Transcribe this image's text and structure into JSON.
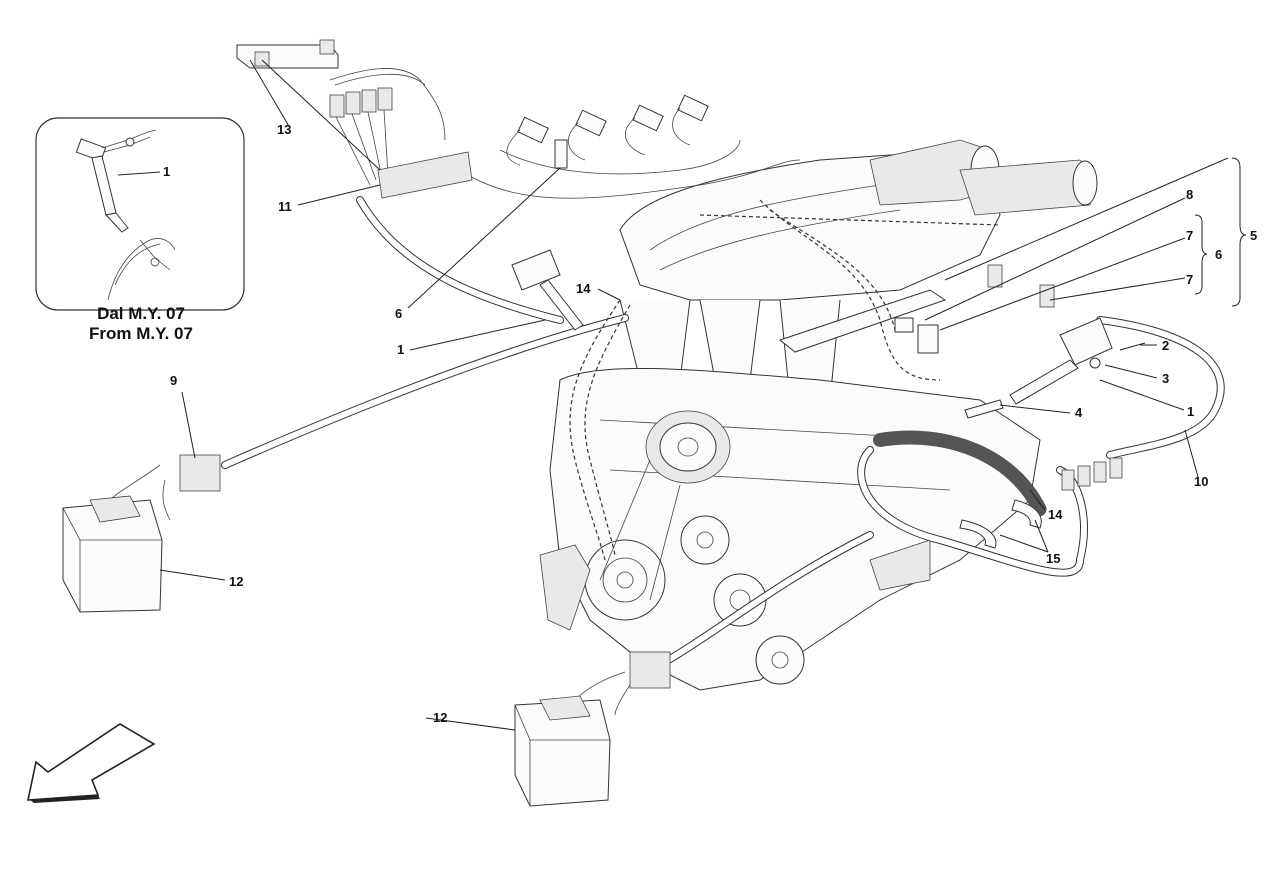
{
  "callouts": [
    {
      "id": "c1a",
      "text": "1"
    },
    {
      "id": "c1b",
      "text": "1"
    },
    {
      "id": "c1c",
      "text": "1"
    },
    {
      "id": "c2",
      "text": "2"
    },
    {
      "id": "c3",
      "text": "3"
    },
    {
      "id": "c4",
      "text": "4"
    },
    {
      "id": "c5",
      "text": "5"
    },
    {
      "id": "c6a",
      "text": "6"
    },
    {
      "id": "c6b",
      "text": "6"
    },
    {
      "id": "c7a",
      "text": "7"
    },
    {
      "id": "c7b",
      "text": "7"
    },
    {
      "id": "c8",
      "text": "8"
    },
    {
      "id": "c9",
      "text": "9"
    },
    {
      "id": "c10",
      "text": "10"
    },
    {
      "id": "c11",
      "text": "11"
    },
    {
      "id": "c12a",
      "text": "12"
    },
    {
      "id": "c12b",
      "text": "12"
    },
    {
      "id": "c13",
      "text": "13"
    },
    {
      "id": "c14a",
      "text": "14"
    },
    {
      "id": "c14b",
      "text": "14"
    },
    {
      "id": "c15",
      "text": "15"
    }
  ],
  "inset": {
    "caption_it": "Dal M.Y. 07",
    "caption_en": "From M.Y. 07"
  },
  "icons": {
    "direction_arrow": "arrow-down-left-icon"
  }
}
